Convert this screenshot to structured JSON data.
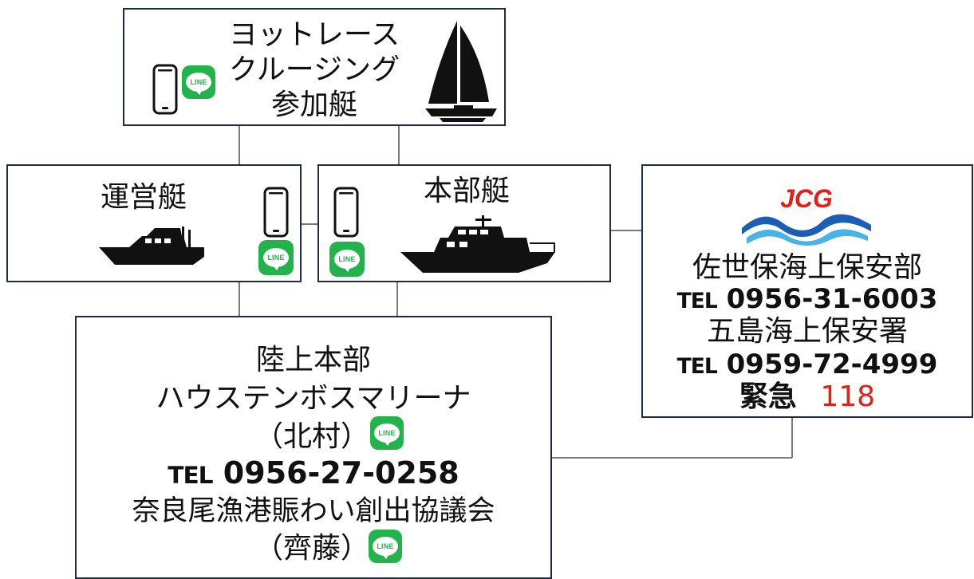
{
  "race_box": {
    "line1": "ヨットレース",
    "line2": "クルージング",
    "line3": "参加艇",
    "line_icon": "line-app-icon",
    "phone_icon": "smartphone-icon",
    "boat_icon": "sailboat-icon"
  },
  "operations_box": {
    "title": "運営艇",
    "phone_icon": "smartphone-icon",
    "line_icon": "line-app-icon",
    "boat_icon": "motor-yacht-icon"
  },
  "hq_box": {
    "title": "本部艇",
    "phone_icon": "smartphone-icon",
    "line_icon": "line-app-icon",
    "boat_icon": "trawler-icon"
  },
  "coast_guard_box": {
    "logo_text": "JCG",
    "office1": "佐世保海上保安部",
    "tel_prefix": "TEL",
    "tel1": "0956-31-6003",
    "office2": "五島海上保安署",
    "tel2": "0959-72-4999",
    "emergency_label": "緊急",
    "emergency_number": "118",
    "emergency_color": "#e0201b"
  },
  "land_hq_box": {
    "title": "陸上本部",
    "org1": "ハウステンボスマリーナ",
    "contact1": "（北村）",
    "tel_prefix": "TEL",
    "tel": "0956-27-0258",
    "org2": "奈良尾漁港賑わい創出協議会",
    "contact2": "（齊藤）"
  },
  "line_badge_text": "LINE",
  "colors": {
    "border": "#1f2a44",
    "line_green": "#22b34a",
    "connector": "#7a7a7a",
    "jcg_red": "#e0201b",
    "jcg_blue": "#1a5fb4"
  }
}
